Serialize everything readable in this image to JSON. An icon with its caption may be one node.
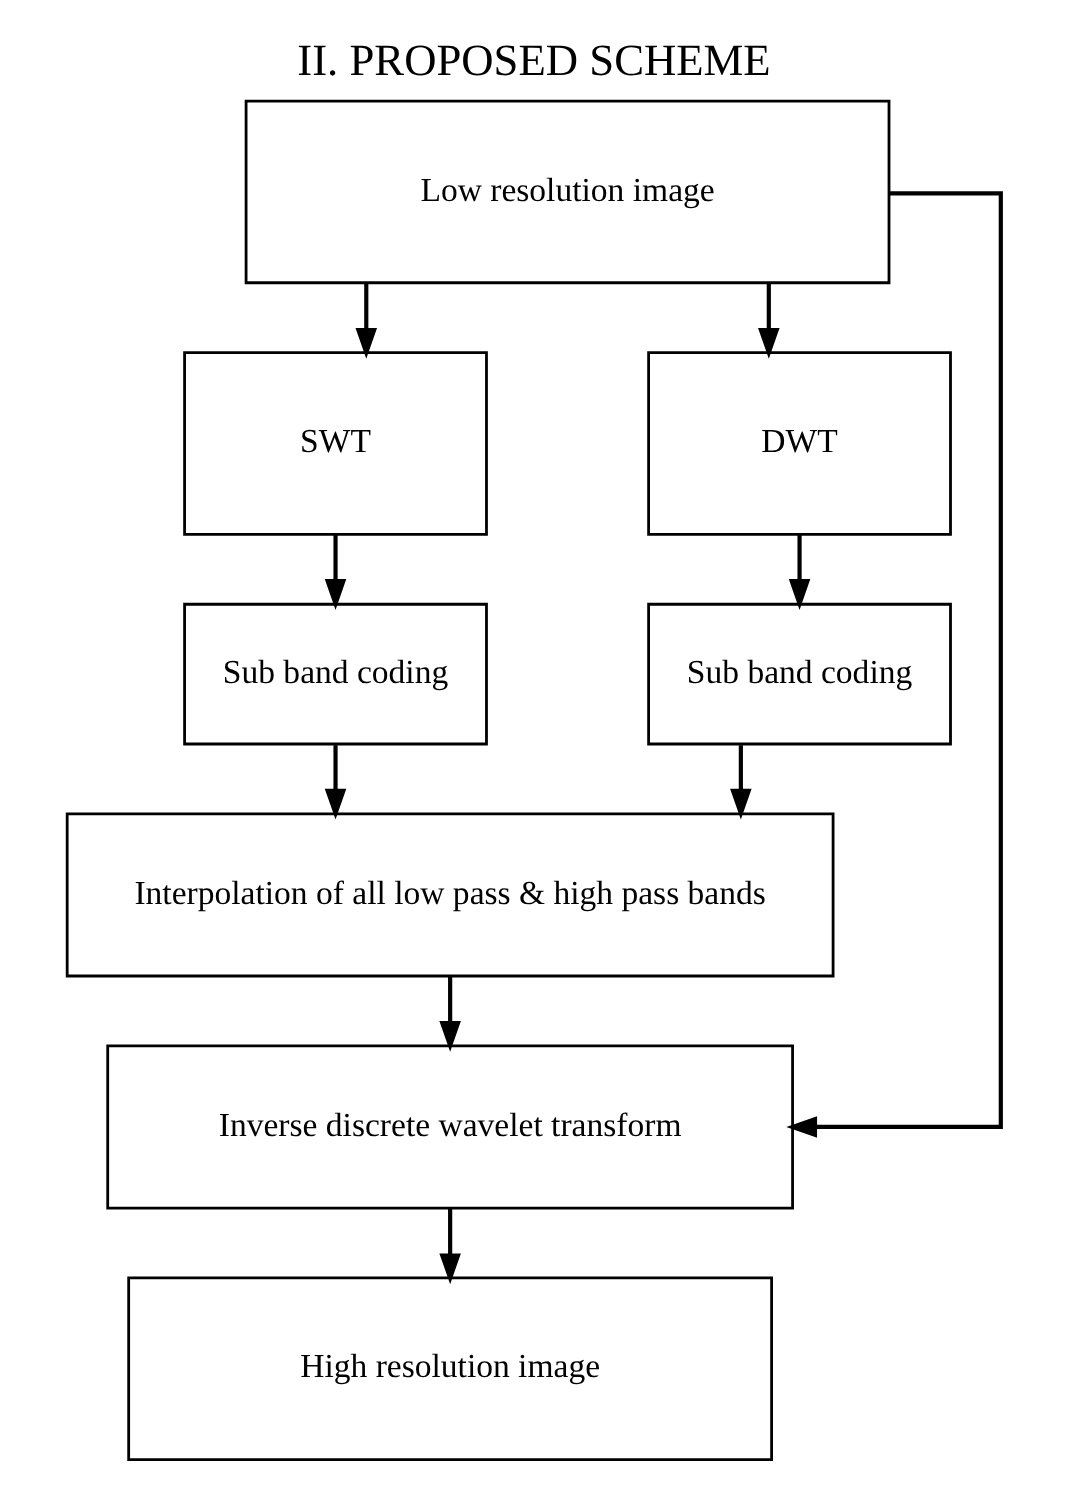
{
  "diagram": {
    "title": "II. PROPOSED SCHEME",
    "nodes": [
      {
        "text": [
          "Low resolution image"
        ]
      },
      {
        "text": [
          "SWT"
        ]
      },
      {
        "text": [
          "DWT"
        ]
      },
      {
        "text": [
          "Sub band coding"
        ]
      },
      {
        "text": [
          "Sub band coding"
        ]
      },
      {
        "text": [
          "Interpolation of all low pass & high pass bands"
        ]
      },
      {
        "text": [
          "Inverse discrete wavelet transform"
        ]
      },
      {
        "text": [
          "High resolution image"
        ]
      }
    ],
    "edges": [
      {
        "from": 0,
        "to": 1,
        "arrow": "to"
      },
      {
        "from": 0,
        "to": 2,
        "arrow": "to"
      },
      {
        "from": 1,
        "to": 3,
        "arrow": "to"
      },
      {
        "from": 2,
        "to": 4,
        "arrow": "to"
      },
      {
        "from": 3,
        "to": 5,
        "arrow": "to"
      },
      {
        "from": 4,
        "to": 5,
        "arrow": "to"
      },
      {
        "from": 5,
        "to": 6,
        "arrow": "to"
      },
      {
        "from": 0,
        "to": 6,
        "arrow": "to"
      },
      {
        "from": 6,
        "to": 7,
        "arrow": "to"
      }
    ]
  }
}
